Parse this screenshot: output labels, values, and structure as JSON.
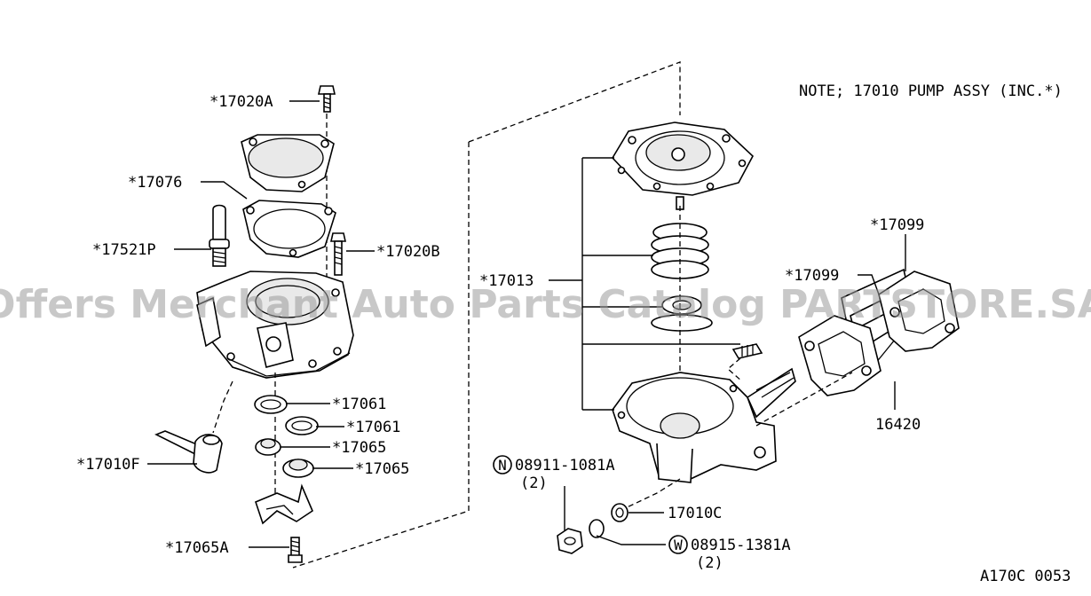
{
  "note": "NOTE; 17010 PUMP ASSY (INC.*)",
  "drawing_code": "A170C 0053",
  "watermark": "Offers Merchant Auto Parts Catalog PARTSTORE.SA",
  "callouts": {
    "c17020A": "*17020A",
    "c17076": "*17076",
    "c17521P": "*17521P",
    "c17020B": "*17020B",
    "c17061a": "*17061",
    "c17061b": "*17061",
    "c17065a": "*17065",
    "c17065b": "*17065",
    "c17010F": "*17010F",
    "c17065A": "*17065A",
    "c17013": "*17013",
    "c17099a": "*17099",
    "c17099b": "*17099",
    "c16420": "16420",
    "n_nut_code": "N",
    "n_nut_part": "08911-1081A",
    "n_nut_qty": "(2)",
    "c17010C": "17010C",
    "w_washer_code": "W",
    "w_washer_part": "08915-1381A",
    "w_washer_qty": "(2)"
  }
}
